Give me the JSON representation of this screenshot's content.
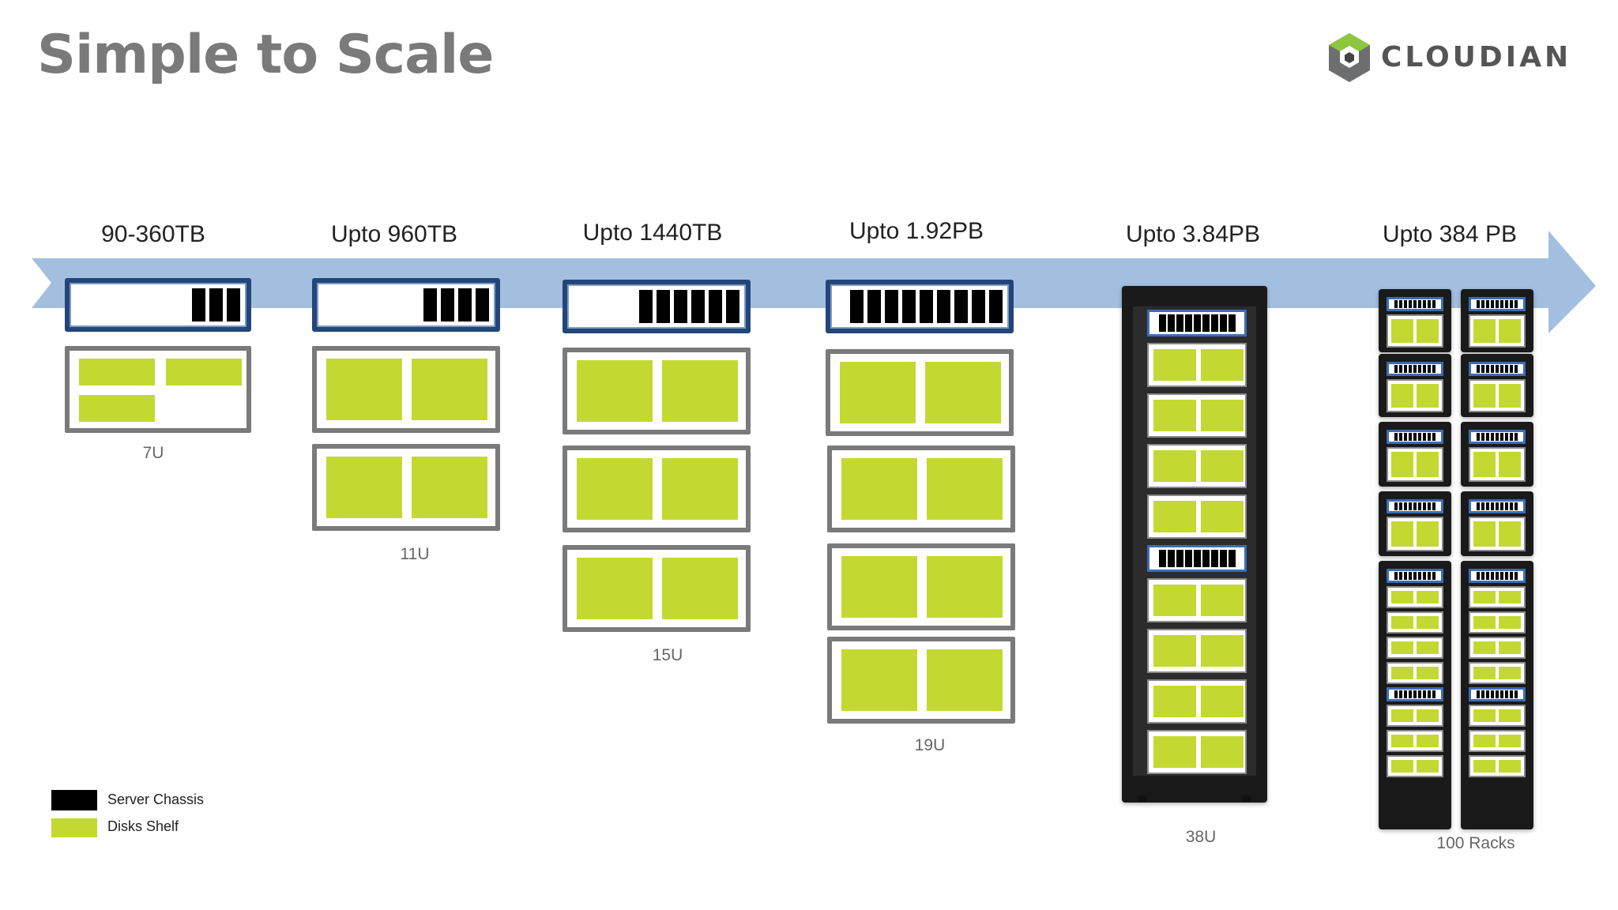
{
  "header": {
    "title": "Simple to Scale",
    "brand": "CLOUDIAN"
  },
  "colors": {
    "server_chassis": "#000000",
    "disks_shelf": "#c3d931",
    "arrow": "#a3bfe0",
    "chassis_border": "#23467a",
    "shelf_border": "#7a7a7a"
  },
  "tiers": [
    {
      "capacity": "90-360TB",
      "size": "7U"
    },
    {
      "capacity": "Upto 960TB",
      "size": "11U"
    },
    {
      "capacity": "Upto 1440TB",
      "size": "15U"
    },
    {
      "capacity": "Upto 1.92PB",
      "size": "19U"
    },
    {
      "capacity": "Upto 3.84PB",
      "size": "38U"
    },
    {
      "capacity": "Upto 384 PB",
      "size": "100 Racks"
    }
  ],
  "legend": {
    "server_chassis": "Server Chassis",
    "disks_shelf": "Disks Shelf"
  }
}
